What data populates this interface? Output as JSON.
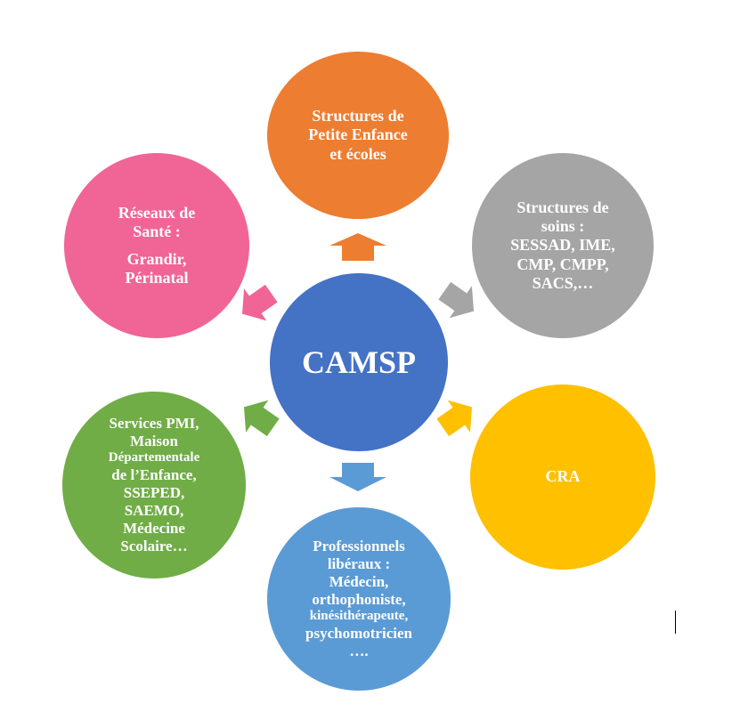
{
  "center": {
    "label": "CAMSP"
  },
  "nodes": {
    "structures_petite_enfance": {
      "lines": [
        "Structures de",
        "Petite Enfance",
        "et écoles"
      ],
      "color": "#ED7D31"
    },
    "structures_soins": {
      "lines": [
        "Structures de",
        "soins :",
        "SESSAD, IME,",
        "CMP, CMPP,",
        "SACS,…"
      ],
      "color": "#A5A5A5"
    },
    "cra": {
      "lines": [
        "CRA"
      ],
      "color": "#FFC000"
    },
    "professionnels": {
      "lines": [
        "Professionnels",
        "libéraux :",
        "Médecin,",
        "orthophoniste,",
        "kinésithérapeute,",
        "psychomotricien",
        "…."
      ],
      "color": "#5B9BD5"
    },
    "services_pmi": {
      "lines": [
        "Services PMI,",
        "Maison",
        "Départementale",
        "de l’Enfance,",
        "SSEPED,",
        "SAEMO,",
        "Médecine",
        "Scolaire…"
      ],
      "color": "#70AD47"
    },
    "reseaux_sante": {
      "lines": [
        "Réseaux de",
        "Santé :",
        "Grandir,",
        "Périnatal"
      ],
      "color": "#F06595"
    }
  },
  "center_color": "#4472C4"
}
